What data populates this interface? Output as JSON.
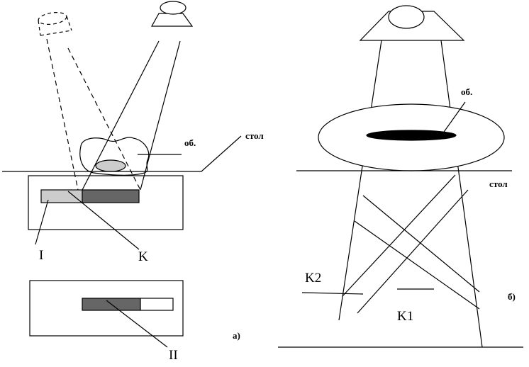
{
  "labels": {
    "object_left": "об.",
    "table_left": "стол",
    "marker_one": "I",
    "marker_k": "K",
    "marker_two": "II",
    "panel_a": "а)",
    "object_right": "об.",
    "table_right": "стол",
    "marker_k2": "K2",
    "marker_k1": "K1",
    "panel_b": "б)"
  },
  "colors": {
    "line": "#000000",
    "dark_fill": "#666666",
    "light_fill": "#cccccc",
    "object_ellipse_left": "#cccccc",
    "object_ellipse_right": "#000000"
  }
}
